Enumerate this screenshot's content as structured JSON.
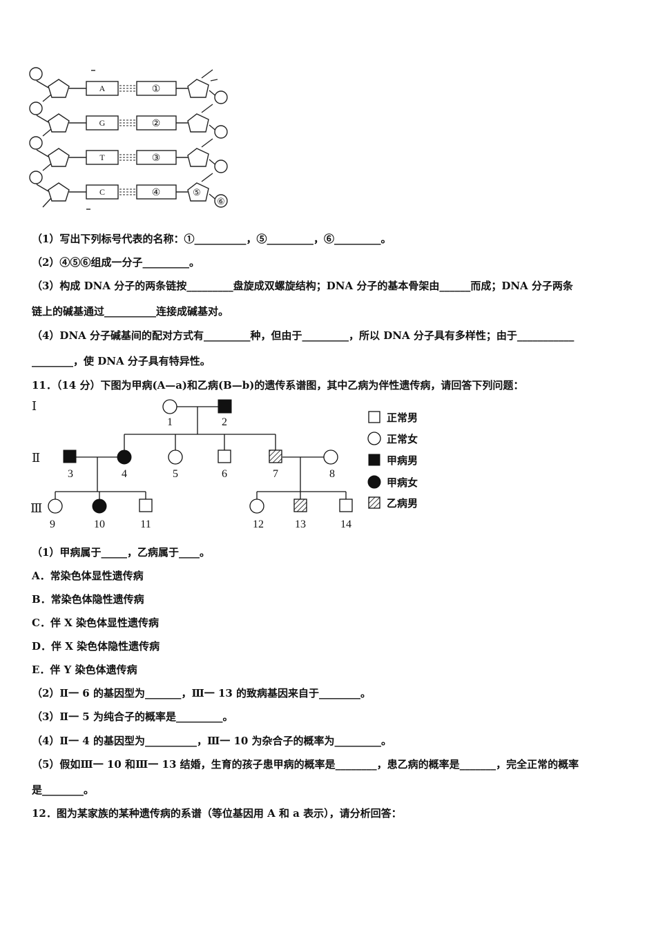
{
  "dna_diagram": {
    "left_bases": [
      "A",
      "G",
      "T",
      "C"
    ],
    "right_labels": [
      "①",
      "②",
      "③",
      "④"
    ],
    "sugar_label": "⑤",
    "phosphate_label": "⑥"
  },
  "q10": {
    "p1": "（1）写出下列标号代表的名称：①__________，⑤_________，⑥_________。",
    "p2": "（2）④⑤⑥组成一分子_________。",
    "p3a": "（3）构成 DNA 分子的两条链按_________盘旋成双螺旋结构；DNA 分子的基本骨架由______而成；DNA 分子两条",
    "p3b": "链上的碱基通过__________连接成碱基对。",
    "p4a": "（4）DNA 分子碱基间的配对方式有_________种，但由于_________，所以 DNA 分子具有多样性；由于___________",
    "p4b": "________，使 DNA 分子具有特异性。"
  },
  "q11": {
    "title": "11．（14 分）下图为甲病(A—a)和乙病(B—b)的遗传系谱图，其中乙病为伴性遗传病，请回答下列问题：",
    "generations": [
      "Ⅰ",
      "Ⅱ",
      "Ⅲ"
    ],
    "individuals": [
      "1",
      "2",
      "3",
      "4",
      "5",
      "6",
      "7",
      "8",
      "9",
      "10",
      "11",
      "12",
      "13",
      "14"
    ],
    "legend": [
      "正常男",
      "正常女",
      "甲病男",
      "甲病女",
      "乙病男"
    ],
    "s1": "（1）甲病属于_____，乙病属于____。",
    "optA": "A．常染色体显性遗传病",
    "optB": "B．常染色体隐性遗传病",
    "optC": "C．伴 X 染色体显性遗传病",
    "optD": "D．伴 X 染色体隐性遗传病",
    "optE": "E．伴 Y 染色体遗传病",
    "s2": "（2）Ⅱ一 6 的基因型为_______，Ⅲ一 13 的致病基因来自于________。",
    "s3": "（3）Ⅱ一 5 为纯合子的概率是_________。",
    "s4": "（4）Ⅱ一 4 的基因型为__________，Ⅲ一 10 为杂合子的概率为_________。",
    "s5a": "（5）假如Ⅲ一 10 和Ⅲ一 13 结婚，生育的孩子患甲病的概率是________，患乙病的概率是_______，完全正常的概率",
    "s5b": "是________。"
  },
  "q12": {
    "title": "12．图为某家族的某种遗传病的系谱（等位基因用 A 和 a 表示），请分析回答："
  }
}
